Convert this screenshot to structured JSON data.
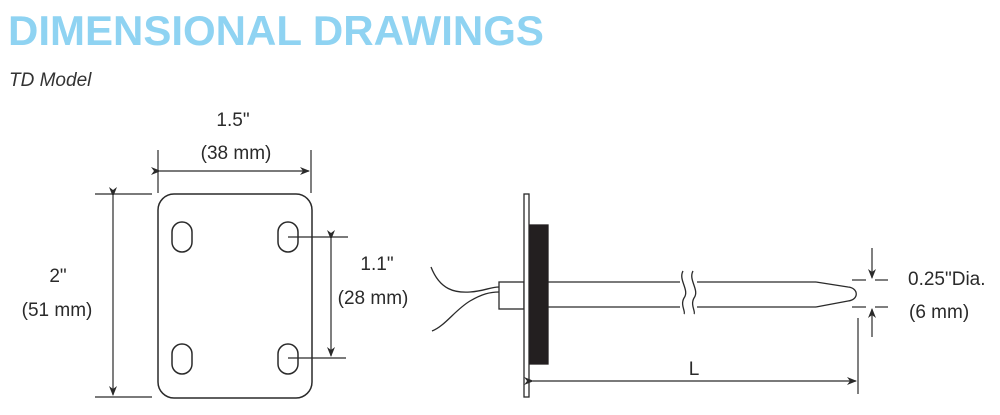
{
  "header": {
    "title": "DIMENSIONAL DRAWINGS",
    "subtitle": "TD Model"
  },
  "colors": {
    "title": "#8fd3f2",
    "line": "#2a2a2a",
    "gasket": "#231f20"
  },
  "front_view": {
    "width_in": "1.5\"",
    "width_mm": "(38 mm)",
    "height_in": "2\"",
    "height_mm": "(51 mm)",
    "hole_spacing_in": "1.1\"",
    "hole_spacing_mm": "(28 mm)"
  },
  "side_view": {
    "length_label": "L",
    "diameter_in": "0.25\"Dia.",
    "diameter_mm": "(6 mm)"
  }
}
